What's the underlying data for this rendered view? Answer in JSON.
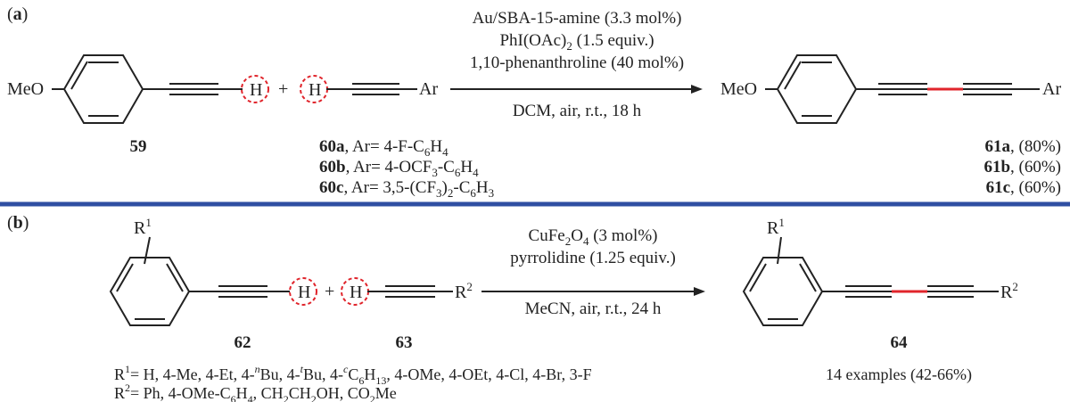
{
  "colors": {
    "ink": "#222222",
    "new_bond": "#e0242b",
    "divider": "#2f4fa2"
  },
  "panel_a": {
    "label": "a",
    "substituent": "MeO",
    "reagent_59": "59",
    "h_label": "H",
    "plus": "+",
    "aryl": "Ar",
    "conditions": {
      "line1": "Au/SBA-15-amine (3.3 mol%)",
      "line2_main": "PhI(OAc)",
      "line2_sub": "2",
      "line2_tail": " (1.5 equiv.)",
      "line3": "1,10-phenanthroline (40 mol%)",
      "line4": "DCM, air, r.t., 18 h"
    },
    "reagents_60": [
      {
        "id": "60a",
        "desc": ", Ar= 4-F-C",
        "sub1": "6",
        "mid": "H",
        "sub2": "4",
        "tail": ""
      },
      {
        "id": "60b",
        "desc": ", Ar= 4-OCF",
        "sub1": "3",
        "mid": "-C",
        "sub2": "6",
        "tail": "H",
        "sub3": "4"
      },
      {
        "id": "60c",
        "desc": ", Ar= 3,5-(CF",
        "sub1": "3",
        "mid": ")",
        "sub2": "2",
        "tail": "-C",
        "sub3": "6",
        "tail2": "H",
        "sub4": "3"
      }
    ],
    "products_61": [
      {
        "id": "61a",
        "yield": ", (80%)"
      },
      {
        "id": "61b",
        "yield": ", (60%)"
      },
      {
        "id": "61c",
        "yield": ", (60%)"
      }
    ]
  },
  "panel_b": {
    "label": "b",
    "r1": "R",
    "r1_sup": "1",
    "r2": "R",
    "r2_sup": "2",
    "h_label": "H",
    "plus": "+",
    "compound_62": "62",
    "compound_63": "63",
    "compound_64": "64",
    "conditions": {
      "line1_main": "CuFe",
      "line1_sub1": "2",
      "line1_mid": "O",
      "line1_sub2": "4",
      "line1_tail": " (3 mol%)",
      "line2": "pyrrolidine (1.25 equiv.)",
      "line3": "MeCN, air, r.t., 24 h"
    },
    "r1_list": {
      "head": "R",
      "head_sup": "1",
      "text1": "= H, 4-Me, 4-Et, 4-",
      "sup_n": "n",
      "text2": "Bu, 4-",
      "sup_t": "t",
      "text3": "Bu, 4-",
      "sup_c": "c",
      "text4": "C",
      "sub6": "6",
      "text5": "H",
      "sub13": "13",
      "text6": ", 4-OMe, 4-OEt, 4-Cl, 4-Br, 3-F"
    },
    "r2_list": {
      "head": "R",
      "head_sup": "2",
      "text1": "= Ph, 4-OMe-C",
      "sub6": "6",
      "text2": "H",
      "sub4": "4",
      "text3": ", CH",
      "sub2a": "2",
      "text4": "CH",
      "sub2b": "2",
      "text5": "OH, CO",
      "sub2c": "2",
      "text6": "Me"
    },
    "examples": "14 examples (42-66%)"
  }
}
